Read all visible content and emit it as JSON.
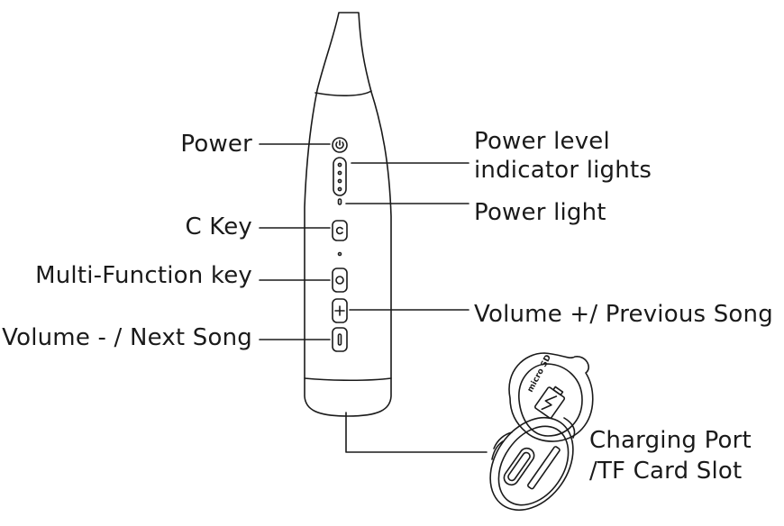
{
  "labels": {
    "power": "Power",
    "power_level_line1": "Power level",
    "power_level_line2": "indicator lights",
    "power_light": "Power light",
    "c_key": "C Key",
    "multi_function": "Multi-Function key",
    "volume_up": "Volume +/ Previous Song",
    "volume_down": "Volume - / Next Song",
    "charging_line1": "Charging Port",
    "charging_line2": "/TF Card Slot"
  },
  "cover_text": "micro SD",
  "colors": {
    "ink": "#1a1a1a",
    "background": "#ffffff"
  },
  "icons": [
    "power-icon",
    "c-key-icon",
    "multi-function-icon",
    "plus-icon",
    "minus-icon",
    "battery-bolt-icon"
  ]
}
